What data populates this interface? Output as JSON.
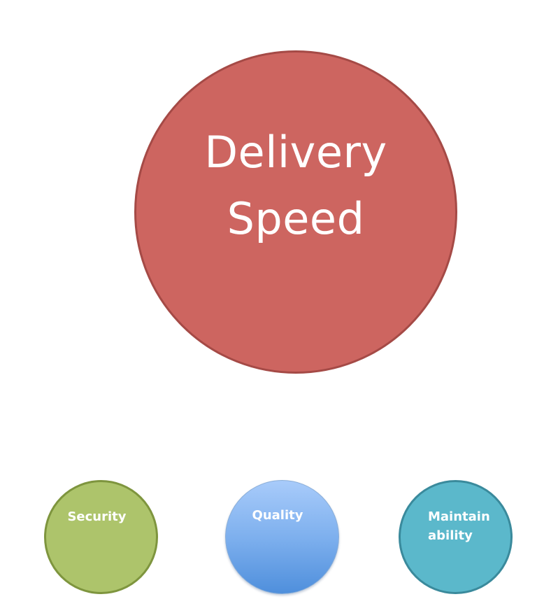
{
  "main_circle": {
    "line1": "Delivery",
    "line2": "Speed",
    "color": "#cd6560"
  },
  "small_circles": [
    {
      "lines": [
        "Security"
      ],
      "color": "#adc46b"
    },
    {
      "lines": [
        "Quality"
      ],
      "color": "#7eb0ee"
    },
    {
      "lines": [
        "Maintain",
        "ability"
      ],
      "color": "#5bb8cb"
    }
  ]
}
